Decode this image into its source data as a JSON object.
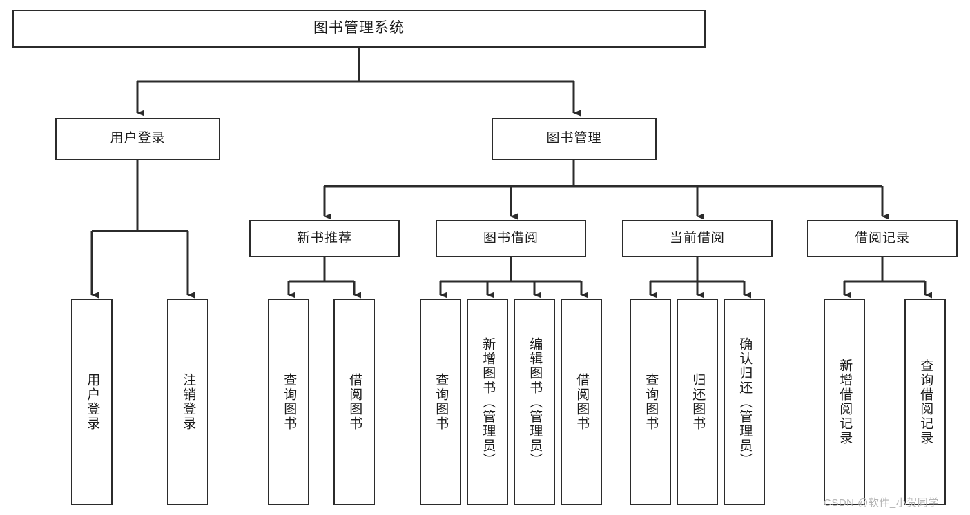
{
  "diagram": {
    "title": "图书管理系统",
    "type": "functional-structure-tree",
    "root": {
      "label": "图书管理系统"
    },
    "level1": [
      {
        "label": "用户登录"
      },
      {
        "label": "图书管理"
      }
    ],
    "level2": [
      {
        "label": "新书推荐"
      },
      {
        "label": "图书借阅"
      },
      {
        "label": "当前借阅"
      },
      {
        "label": "借阅记录"
      }
    ],
    "leaves": {
      "user_login": [
        {
          "label": "用户登录"
        },
        {
          "label": "注销登录"
        }
      ],
      "new_book_recommend": [
        {
          "label": "查询图书"
        },
        {
          "label": "借阅图书"
        }
      ],
      "book_borrow": [
        {
          "label": "查询图书"
        },
        {
          "label": "新增图书（管理员）"
        },
        {
          "label": "编辑图书（管理员）"
        },
        {
          "label": "借阅图书"
        }
      ],
      "current_borrow": [
        {
          "label": "查询图书"
        },
        {
          "label": "归还图书"
        },
        {
          "label": "确认归还（管理员）"
        }
      ],
      "borrow_records": [
        {
          "label": "新增借阅记录"
        },
        {
          "label": "查询借阅记录"
        }
      ]
    }
  },
  "watermark": {
    "text": "CSDN @软件_小贺同学"
  },
  "colors": {
    "stroke": "#2b2b2b",
    "fill": "#ffffff",
    "text": "#1b1b1b",
    "watermark": "#b4b4b4"
  }
}
